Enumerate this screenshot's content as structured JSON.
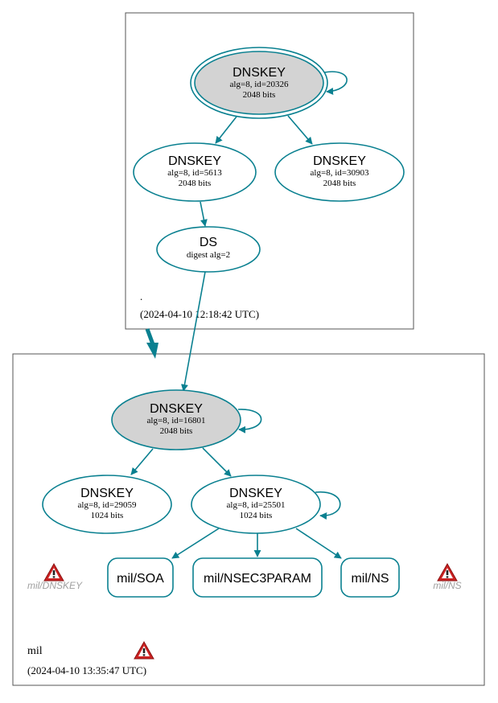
{
  "colors": {
    "edge": "#0a8090",
    "node_border": "#0a8090",
    "trusted_fill": "#d3d3d3",
    "cluster_border": "#555555",
    "warning_red": "#cc2222",
    "warning_label": "#a0a0a0"
  },
  "root_zone": {
    "name": ".",
    "timestamp": "(2024-04-10 12:18:42 UTC)",
    "ksk": {
      "title": "DNSKEY",
      "line1": "alg=8, id=20326",
      "line2": "2048 bits"
    },
    "zsk_a": {
      "title": "DNSKEY",
      "line1": "alg=8, id=5613",
      "line2": "2048 bits"
    },
    "zsk_b": {
      "title": "DNSKEY",
      "line1": "alg=8, id=30903",
      "line2": "2048 bits"
    },
    "ds": {
      "title": "DS",
      "line1": "digest alg=2"
    }
  },
  "mil_zone": {
    "name": "mil",
    "timestamp": "(2024-04-10 13:35:47 UTC)",
    "ksk": {
      "title": "DNSKEY",
      "line1": "alg=8, id=16801",
      "line2": "2048 bits"
    },
    "zsk_a": {
      "title": "DNSKEY",
      "line1": "alg=8, id=29059",
      "line2": "1024 bits"
    },
    "zsk_b": {
      "title": "DNSKEY",
      "line1": "alg=8, id=25501",
      "line2": "1024 bits"
    },
    "rrsets": {
      "soa": "mil/SOA",
      "nsec3param": "mil/NSEC3PARAM",
      "ns": "mil/NS"
    },
    "warnings": {
      "dnskey_label": "mil/DNSKEY",
      "ns_label": "mil/NS"
    }
  },
  "icons": [
    "warning-triangle-icon"
  ]
}
